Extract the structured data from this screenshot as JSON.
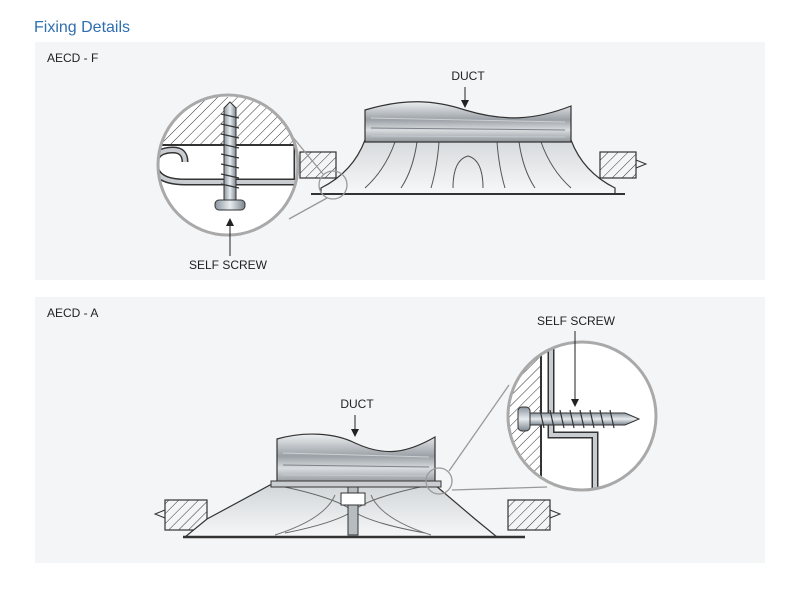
{
  "heading": "Fixing Details",
  "panels": [
    {
      "title": "AECD - F",
      "duct_label": "DUCT",
      "screw_label": "SELF SCREW"
    },
    {
      "title": "AECD - A",
      "duct_label": "DUCT",
      "screw_label": "SELF SCREW"
    }
  ],
  "colors": {
    "heading": "#2f6fb0",
    "panel_bg": "#f4f5f6",
    "outline": "#333333",
    "metal": "#b7bcc1",
    "lens_ring": "#a9a9a9"
  }
}
